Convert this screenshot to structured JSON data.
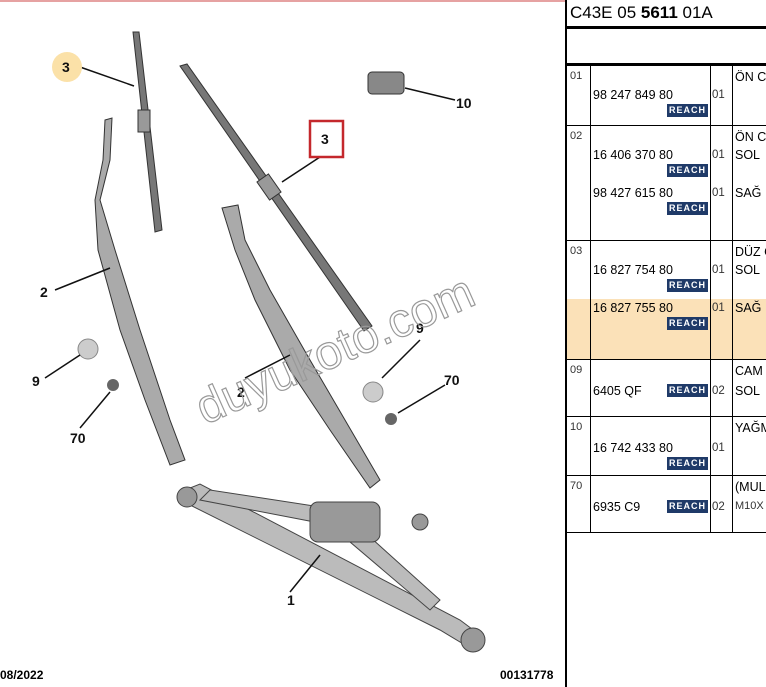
{
  "diagram": {
    "callouts": [
      "3",
      "3",
      "10",
      "2",
      "2",
      "9",
      "9",
      "70",
      "70",
      "1"
    ],
    "watermark": "duyukoto.com",
    "date": "08/2022",
    "code": "00131778"
  },
  "panel": {
    "title_prefix": "C43E 05 ",
    "title_bold": "5611",
    "title_suffix": " 01A",
    "reach": "REACH",
    "rows": [
      {
        "num": "01",
        "refs": [
          {
            "ref": "98 247 849 80",
            "qty": "01",
            "desc": ""
          }
        ],
        "desc_head": "ÖN C"
      },
      {
        "num": "02",
        "refs": [
          {
            "ref": "16 406 370 80",
            "qty": "01",
            "desc": "SOL"
          },
          {
            "ref": "98 427 615 80",
            "qty": "01",
            "desc": "SAĞ"
          }
        ],
        "desc_head": "ÖN C"
      },
      {
        "num": "03",
        "refs": [
          {
            "ref": "16 827 754 80",
            "qty": "01",
            "desc": "SOL"
          },
          {
            "ref": "16 827 755 80",
            "qty": "01",
            "desc": "SAĞ"
          }
        ],
        "desc_head": "DÜZ C"
      },
      {
        "num": "09",
        "refs": [
          {
            "ref": "6405 QF",
            "qty": "02",
            "desc": "SOL"
          }
        ],
        "desc_head": "CAM"
      },
      {
        "num": "10",
        "refs": [
          {
            "ref": "16 742 433 80",
            "qty": "01",
            "desc": ""
          }
        ],
        "desc_head": "YAĞM"
      },
      {
        "num": "70",
        "refs": [
          {
            "ref": "6935 C9",
            "qty": "02",
            "desc": "M10X"
          }
        ],
        "desc_head": "(MUL"
      }
    ]
  }
}
